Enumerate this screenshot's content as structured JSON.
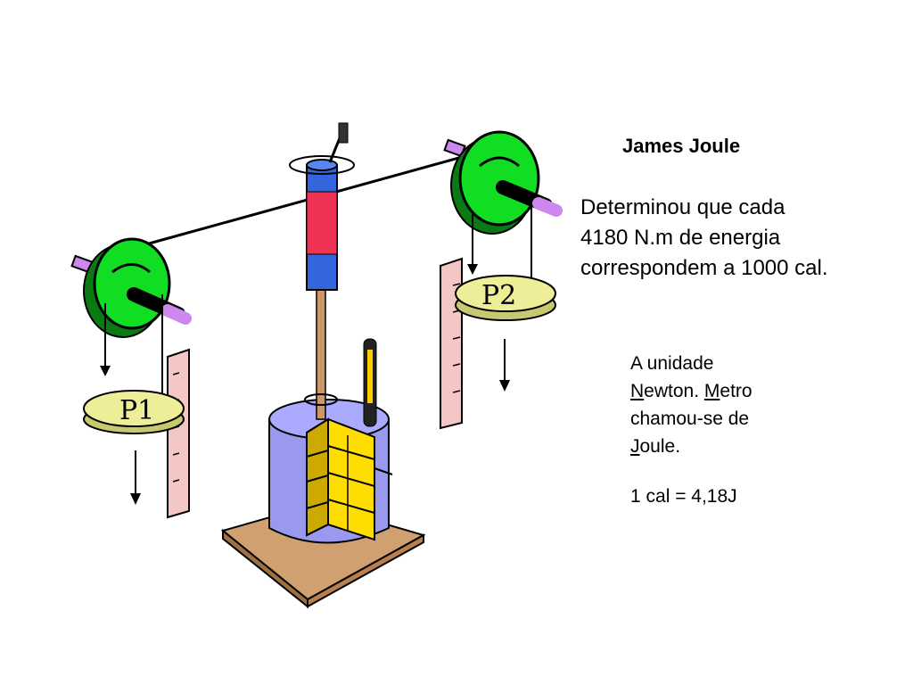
{
  "title": "James Joule",
  "description_lines": [
    "Determinou que cada",
    "4180 N.m de energia",
    "correspondem a 1000 cal."
  ],
  "unit_note": {
    "line1": "A unidade",
    "n_letter": "N",
    "line2_rest": "ewton. ",
    "m_letter": "M",
    "line2_end": "etro",
    "line3": "chamou-se de",
    "j_letter": "J",
    "line4_rest": "oule."
  },
  "equation": "1 cal = 4,18J",
  "diagram": {
    "weight_left_label": "P1",
    "weight_right_label": "P2",
    "colors": {
      "pulley": "#11dd22",
      "axle": "#cc88ee",
      "weight": "#eeee99",
      "ruler": "#f5c6c6",
      "base": "#d0a070",
      "calorimeter": "#9999ee",
      "paddles": "#ffdd00",
      "cylinder_blue": "#3366dd",
      "cylinder_red": "#ee3355",
      "thermometer": "#222222"
    }
  }
}
